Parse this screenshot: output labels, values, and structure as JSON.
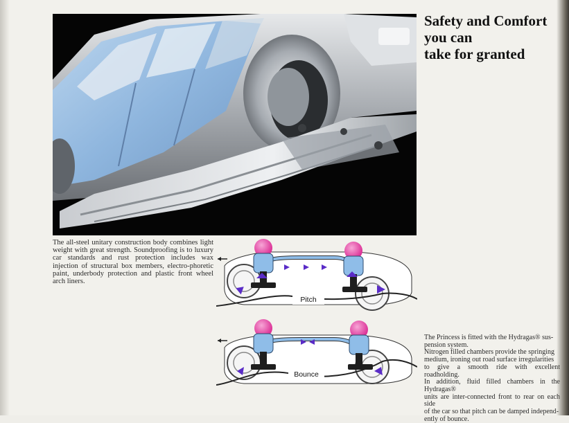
{
  "headline": {
    "lines": [
      "Safety and Comfort",
      "you can",
      "take for granted"
    ]
  },
  "photo": {
    "alt": "car underbody photo"
  },
  "body_caption": "The all-steel unitary construction body combines light weight with great strength. Soundproofing is to luxury car standards and rust protection includes wax injection of structural box members, electro-phoretic paint, underbody protection and plastic front wheel arch liners.",
  "diagrams": {
    "pitch_label": "Pitch",
    "bounce_label": "Bounce"
  },
  "side_text": {
    "lines": [
      "The Princess is fitted with the Hydragas® sus-",
      "pension system.",
      "Nitrogen filled chambers provide the springing",
      "medium, ironing out road surface irregularities",
      "to give a smooth ride with excellent roadholding.",
      "In addition, fluid filled chambers in the Hydragas®",
      "units are inter-connected front to rear on each side",
      "of the car so that pitch can be damped independ-",
      "ently of bounce."
    ]
  },
  "colors": {
    "car_body": "#9ec2e2",
    "sphere": "#e0389c",
    "hydragas_unit": "#8fbde8",
    "arrow": "#5a2cc7"
  }
}
